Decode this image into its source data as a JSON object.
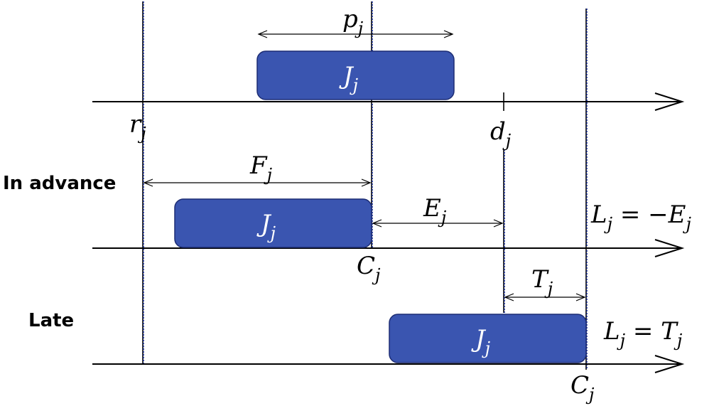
{
  "row_labels": {
    "in_advance": "In advance",
    "late": "Late"
  },
  "job_label": {
    "main": "J",
    "sub": "j"
  },
  "labels": {
    "p": {
      "main": "p",
      "sub": "j"
    },
    "r": {
      "main": "r",
      "sub": "j"
    },
    "d": {
      "main": "d",
      "sub": "j"
    },
    "F": {
      "main": "F",
      "sub": "j"
    },
    "E": {
      "main": "E",
      "sub": "j"
    },
    "C_advance": {
      "main": "C",
      "sub": "j"
    },
    "T": {
      "main": "T",
      "sub": "j"
    },
    "C_late": {
      "main": "C",
      "sub": "j"
    }
  },
  "equations": {
    "advance": {
      "lhs_main": "L",
      "lhs_sub": "j",
      "rhs_main": " = −E",
      "rhs_sub": "j"
    },
    "late": {
      "lhs_main": "L",
      "lhs_sub": "j",
      "rhs_main": " = T",
      "rhs_sub": "j"
    }
  },
  "colors": {
    "job_fill": "#3a55b0",
    "job_stroke": "#1d2d74",
    "guide_blue": "#1a2f9c"
  }
}
